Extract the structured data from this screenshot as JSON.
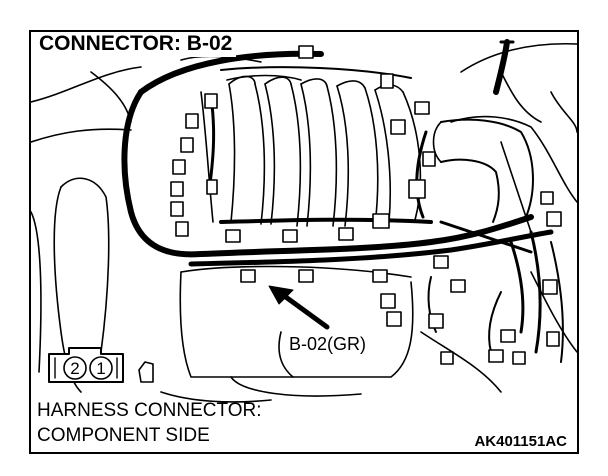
{
  "diagram": {
    "title": "CONNECTOR: B-02",
    "connector_callout": "B-02(GR)",
    "pin_labels": [
      "2",
      "1"
    ],
    "caption_line1": "HARNESS CONNECTOR:",
    "caption_line2": "COMPONENT SIDE",
    "figure_code": "AK401151AC"
  }
}
